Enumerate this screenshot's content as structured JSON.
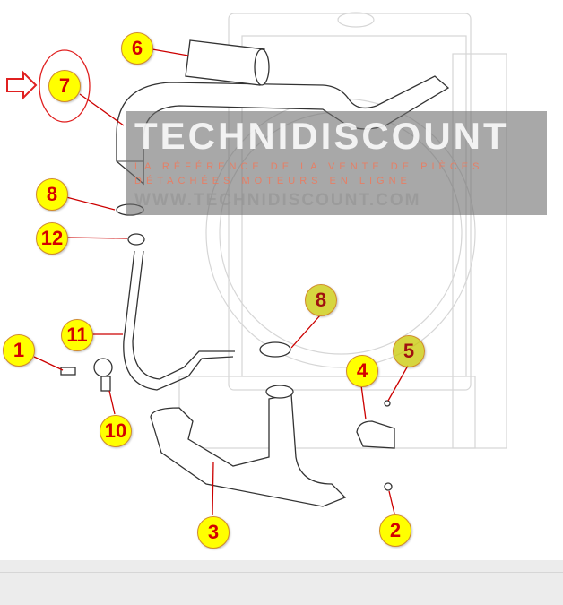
{
  "diagram": {
    "callouts": [
      "6",
      "7",
      "8",
      "12",
      "8",
      "5",
      "4",
      "1",
      "11",
      "10",
      "3",
      "2"
    ],
    "highlighted_callout": "7",
    "colors": {
      "callout_fill": "#ffff00",
      "callout_text": "#d40000",
      "leader": "#cc0000",
      "highlight": "#e02020"
    }
  },
  "watermark": {
    "brand": "TECHNIDISCOUNT",
    "tagline_1": "LA RÉFÉRENCE DE LA VENTE DE PIÈCES",
    "tagline_2": "DÉTACHÉES MOTEURS EN LIGNE",
    "url": "WWW.TECHNIDISCOUNT.COM"
  }
}
